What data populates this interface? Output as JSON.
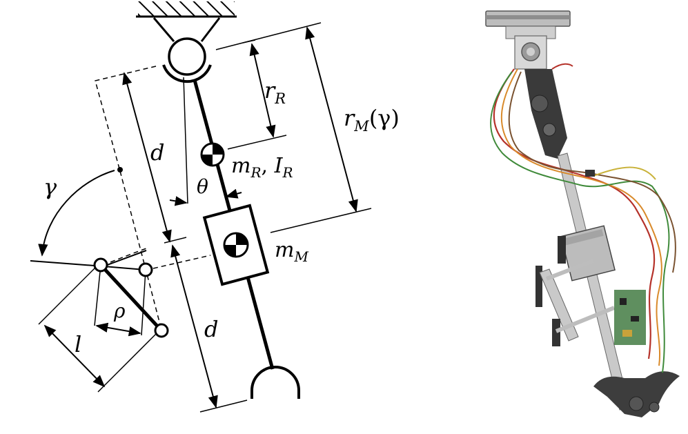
{
  "labels": {
    "r_r_main": "r",
    "r_r_sub": "R",
    "r_m_main": "r",
    "r_m_sub": "M",
    "r_m_arg": "(γ)",
    "d_upper": "d",
    "d_lower": "d",
    "gamma": "γ",
    "theta": "θ",
    "m_r_main": "m",
    "m_r_sub": "R",
    "i_r_sep": ", ",
    "i_r_main": "I",
    "i_r_sub": "R",
    "m_m_main": "m",
    "m_m_sub": "M",
    "rho": "ρ",
    "l": "l"
  },
  "colors": {
    "ink": "#000000",
    "photo_background": "#ffffff",
    "aluminum": "#c9c9c9",
    "dark_part": "#3a3a3a",
    "wire_red": "#b5322a",
    "wire_orange": "#d98a2b",
    "wire_green": "#3f8a3a",
    "wire_brown": "#7a5230",
    "wire_yellow": "#c9b23a"
  }
}
